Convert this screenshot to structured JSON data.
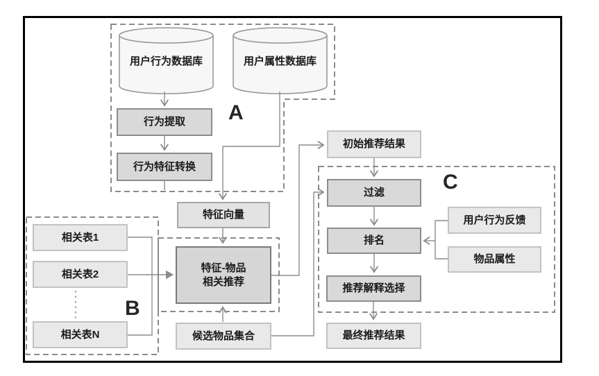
{
  "diagram": {
    "group_labels": {
      "a": "A",
      "b": "B",
      "c": "C"
    },
    "nodes": {
      "user_behavior_db": "用户行为数据库",
      "user_attribute_db": "用户属性数据库",
      "behavior_extraction": "行为提取",
      "behavior_feature_conversion": "行为特征转换",
      "feature_vector": "特征向量",
      "related_table_1": "相关表1",
      "related_table_2": "相关表2",
      "related_table_n": "相关表N",
      "feature_item_recommendation": "特征-物品\n相关推荐",
      "candidate_item_set": "候选物品集合",
      "initial_recommendation_results": "初始推荐结果",
      "filtering": "过滤",
      "ranking": "排名",
      "explanation_selection": "推荐解释选择",
      "final_recommendation_results": "最终推荐结果",
      "user_behavior_feedback": "用户行为反馈",
      "item_attributes": "物品属性"
    },
    "colors": {
      "process_box_fill": "#d9d9d9",
      "process_box_border": "#8c8c8c",
      "data_box_fill": "#e9e9e9",
      "data_box_border": "#c2c2c2",
      "cylinder_fill": "#f7f7f7",
      "cylinder_border": "#999999",
      "connector": "#8c8c8c",
      "dashed_group_border": "#8a8a8a",
      "frame_border": "#000000",
      "background": "#ffffff",
      "text": "#1a1a1a"
    }
  }
}
